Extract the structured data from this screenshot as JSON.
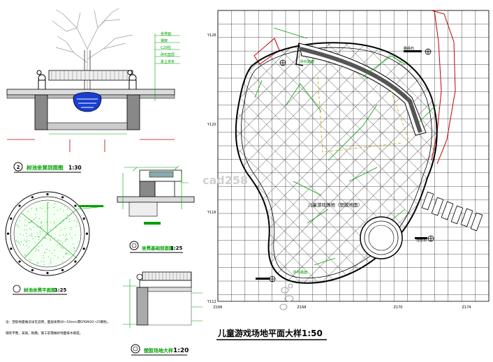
{
  "colors": {
    "grid": "#000000",
    "line": "#000000",
    "annotation": "#00a000",
    "highlight": "#c00000",
    "blue": "#1a3fd0",
    "gold": "#c8a000",
    "soil": "#666666",
    "watermark": "#d0d0d0"
  },
  "plan": {
    "title": "儿童游戏场地平面大样",
    "scale": "1:50",
    "grid_labels_x": [
      "Z166",
      "Z168",
      "Z170",
      "Z174"
    ],
    "grid_labels_y": [
      "Y126",
      "Y120",
      "Y116",
      "Y112"
    ],
    "center_label": "儿童游戏场地（塑胶地面）",
    "paver_label": "路缘石",
    "edge_label_top": "碎石路面",
    "edge_label_bottom": "碎石路面",
    "edge_label_right": "池坐石"
  },
  "section_tree": {
    "number": "2",
    "title": "树池坐凳剖面图",
    "scale": "1:30",
    "notes": [
      "坐凳面",
      "钢架",
      "C20砼",
      "碎石垫层",
      "素土夯实"
    ]
  },
  "section_seat": {
    "title": "坐凳基础剖面图",
    "scale": "1:25"
  },
  "plan_round": {
    "title": "树池坐凳平面图",
    "scale": "1:25"
  },
  "detail_edge": {
    "title": "塑胶场地大样",
    "scale": "1:20"
  },
  "notes": [
    "注：塑胶地面做法详见说明，面层采用40~50mm厚EPDM20~25颗粒，",
    "    铺装平整，美观，耐磨。施工前需做好地面排水坡度。"
  ],
  "watermark": "cad258"
}
